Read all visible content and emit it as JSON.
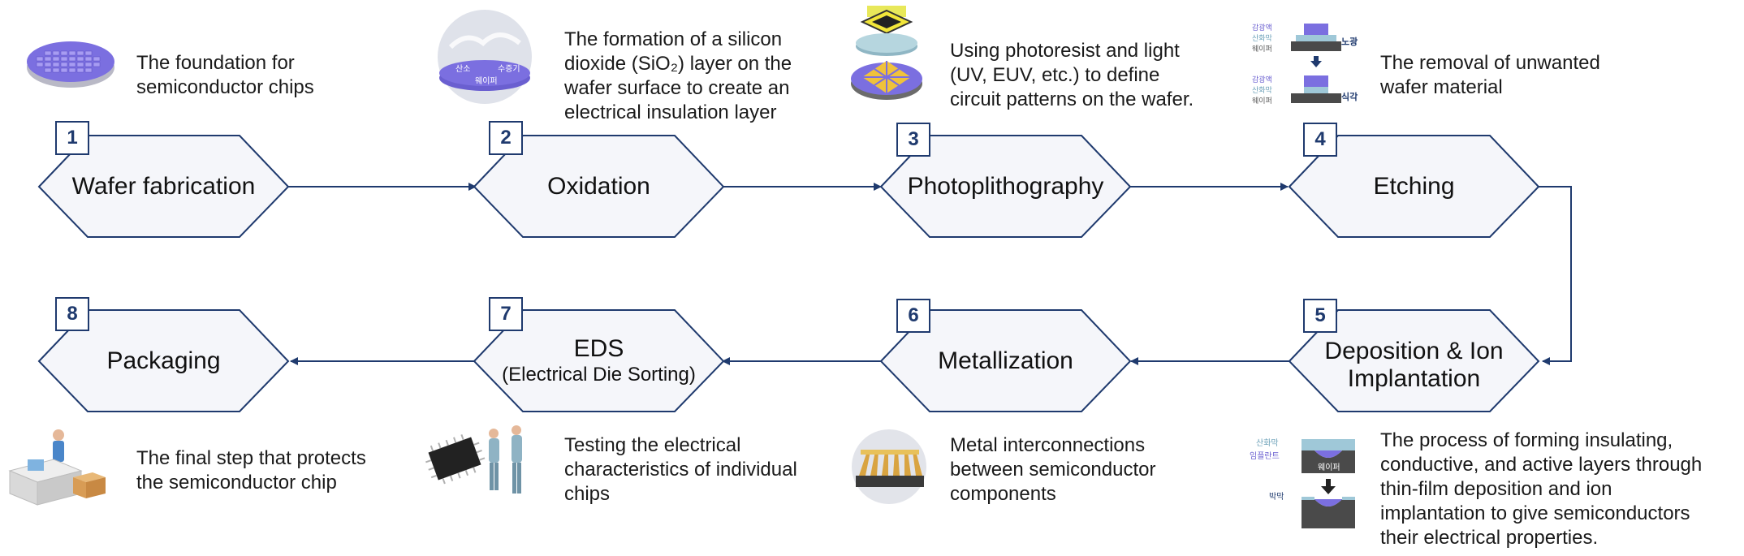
{
  "steps": [
    {
      "number": "1",
      "label": "Wafer fabrication",
      "desc": [
        "The foundation for",
        "semiconductor chips"
      ]
    },
    {
      "number": "2",
      "label": "Oxidation",
      "desc": [
        "The formation of a silicon",
        "dioxide (SiO₂) layer on the",
        "wafer surface to create an",
        "electrical insulation layer"
      ]
    },
    {
      "number": "3",
      "label": "Photoplithography",
      "desc": [
        "Using photoresist and light",
        "(UV, EUV, etc.) to define",
        "circuit patterns on the wafer."
      ]
    },
    {
      "number": "4",
      "label": "Etching",
      "desc": [
        "The removal of unwanted",
        "wafer material"
      ]
    },
    {
      "number": "5",
      "label_lines": [
        "Deposition & Ion",
        "Implantation"
      ],
      "desc": [
        "The process of forming insulating,",
        "conductive, and active layers through",
        "thin-film deposition and ion",
        "implantation to give semiconductors",
        "their electrical properties."
      ]
    },
    {
      "number": "6",
      "label": "Metallization",
      "desc": [
        "Metal interconnections",
        "between semiconductor",
        "components"
      ]
    },
    {
      "number": "7",
      "label": "EDS",
      "sublabel": "(Electrical Die Sorting)",
      "desc": [
        "Testing the electrical",
        "characteristics of individual",
        "chips"
      ]
    },
    {
      "number": "8",
      "label": "Packaging",
      "desc": [
        "The final step that protects",
        "the semiconductor chip"
      ]
    }
  ],
  "icon_text": {
    "oxidation": {
      "left": "산소",
      "right": "수증기",
      "bottom": "웨이퍼"
    },
    "etching": {
      "pr": "감광액",
      "oxide": "산화막",
      "wafer": "웨이퍼",
      "expose": "노광",
      "etch": "식각"
    },
    "deposition": {
      "oxide": "산화막",
      "implant": "임플란트",
      "wafer": "웨이퍼",
      "film": "박막"
    }
  },
  "colors": {
    "accent": "#1f3a6e",
    "hex_fill": "#f5f6fa",
    "hex_stroke": "#1f3a6e",
    "wafer": "#7b6fe0"
  }
}
